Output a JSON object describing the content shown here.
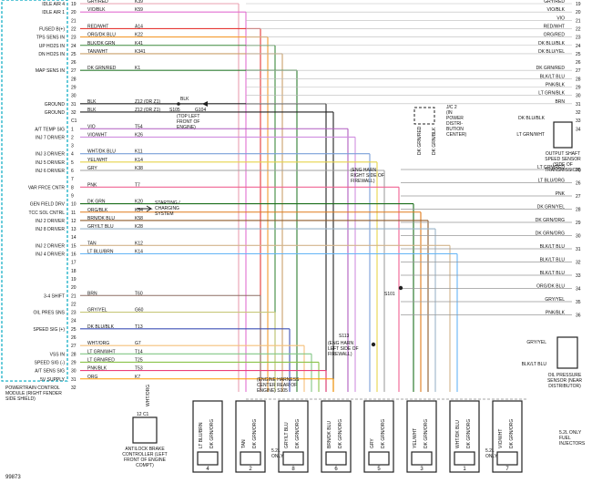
{
  "figure_id": "99873",
  "pcm_block": "POWERTRAIN CONTROL MODULE (RIGHT FENDER SIDE SHIELD)",
  "pcm_pins": [
    {
      "pin": "19",
      "label": "IDLE AIR 4",
      "circuit": "K39",
      "color": "GRY/RED",
      "wire": "#e9a0b0"
    },
    {
      "pin": "20",
      "label": "IDLE AIR 1",
      "circuit": "K59",
      "color": "VIO/BLK",
      "wire": "#e26fd0"
    },
    {
      "pin": "21",
      "label": "",
      "circuit": "",
      "color": "",
      "wire": ""
    },
    {
      "pin": "22",
      "label": "FUSED B(+)",
      "circuit": "A14",
      "color": "RED/WHT",
      "wire": "#e53935"
    },
    {
      "pin": "23",
      "label": "TPS SENS IN",
      "circuit": "K22",
      "color": "ORG/DK BLU",
      "wire": "#f39c30"
    },
    {
      "pin": "24",
      "label": "UP HO2S IN",
      "circuit": "K41",
      "color": "BLK/DK GRN",
      "wire": "#3d8a3d"
    },
    {
      "pin": "25",
      "label": "DN HO2S IN",
      "circuit": "K341",
      "color": "TAN/WHT",
      "wire": "#c9a06a"
    },
    {
      "pin": "26",
      "label": "",
      "circuit": "",
      "color": "",
      "wire": ""
    },
    {
      "pin": "27",
      "label": "MAP SENS IN",
      "circuit": "K1",
      "color": "DK GRN/RED",
      "wire": "#2f7d32"
    },
    {
      "pin": "28",
      "label": "",
      "circuit": "",
      "color": "",
      "wire": ""
    },
    {
      "pin": "29",
      "label": "",
      "circuit": "",
      "color": "",
      "wire": ""
    },
    {
      "pin": "30",
      "label": "",
      "circuit": "",
      "color": "",
      "wire": ""
    },
    {
      "pin": "31",
      "label": "GROUND",
      "circuit": "Z12 (OR Z1)",
      "color": "BLK",
      "wire": "#222"
    },
    {
      "pin": "32",
      "label": "GROUND",
      "circuit": "Z12 (OR Z1)",
      "color": "BLK",
      "wire": "#222"
    },
    {
      "pin": "C1",
      "label": "",
      "circuit": "",
      "color": "",
      "wire": ""
    },
    {
      "pin": "1",
      "label": "A/T TEMP SIG",
      "circuit": "T54",
      "color": "VIO",
      "wire": "#b05cc0"
    },
    {
      "pin": "2",
      "label": "INJ 7 DRIVER",
      "circuit": "K26",
      "color": "VIO/WHT",
      "wire": "#d08fe0"
    },
    {
      "pin": "3",
      "label": "",
      "circuit": "",
      "color": "",
      "wire": ""
    },
    {
      "pin": "4",
      "label": "INJ 3 DRIVER",
      "circuit": "K11",
      "color": "WHT/DK BLU",
      "wire": "#7aa0d8"
    },
    {
      "pin": "5",
      "label": "INJ 5 DRIVER",
      "circuit": "K14",
      "color": "YEL/WHT",
      "wire": "#e6d44a"
    },
    {
      "pin": "6",
      "label": "INJ 6 DRIVER",
      "circuit": "K38",
      "color": "GRY",
      "wire": "#a0a0a0"
    },
    {
      "pin": "7",
      "label": "",
      "circuit": "",
      "color": "",
      "wire": ""
    },
    {
      "pin": "8",
      "label": "VAR FRCE CNTR",
      "circuit": "T7",
      "color": "PNK",
      "wire": "#f06292"
    },
    {
      "pin": "9",
      "label": "",
      "circuit": "",
      "color": "",
      "wire": ""
    },
    {
      "pin": "10",
      "label": "GEN FIELD DRV",
      "circuit": "K20",
      "color": "DK GRN",
      "wire": "#1b6e1b"
    },
    {
      "pin": "11",
      "label": "TCC SOL CNTRL",
      "circuit": "K54",
      "color": "ORG/BLK",
      "wire": "#e07b1a"
    },
    {
      "pin": "12",
      "label": "INJ 2 DRIVER",
      "circuit": "K58",
      "color": "BRN/DK BLU",
      "wire": "#8d5a2b"
    },
    {
      "pin": "13",
      "label": "INJ 8 DRIVER",
      "circuit": "K28",
      "color": "GRY/LT BLU",
      "wire": "#9ab4c8"
    },
    {
      "pin": "14",
      "label": "",
      "circuit": "",
      "color": "",
      "wire": ""
    },
    {
      "pin": "15",
      "label": "INJ 2 DRIVER",
      "circuit": "K12",
      "color": "TAN",
      "wire": "#d2b48c"
    },
    {
      "pin": "16",
      "label": "INJ 4 DRIVER",
      "circuit": "K14",
      "color": "LT BLU/BRN",
      "wire": "#64b5f6"
    },
    {
      "pin": "17",
      "label": "",
      "circuit": "",
      "color": "",
      "wire": ""
    },
    {
      "pin": "18",
      "label": "",
      "circuit": "",
      "color": "",
      "wire": ""
    },
    {
      "pin": "19",
      "label": "",
      "circuit": "",
      "color": "",
      "wire": ""
    },
    {
      "pin": "20",
      "label": "",
      "circuit": "",
      "color": "",
      "wire": ""
    },
    {
      "pin": "21",
      "label": "3-4 SHIFT",
      "circuit": "T60",
      "color": "BRN",
      "wire": "#8d6e63"
    },
    {
      "pin": "22",
      "label": "",
      "circuit": "",
      "color": "",
      "wire": ""
    },
    {
      "pin": "23",
      "label": "OIL PRES SNS",
      "circuit": "G60",
      "color": "GRY/YEL",
      "wire": "#c8c87a"
    },
    {
      "pin": "24",
      "label": "",
      "circuit": "",
      "color": "",
      "wire": ""
    },
    {
      "pin": "25",
      "label": "SPEED SIG (+)",
      "circuit": "T13",
      "color": "DK BLU/BLK",
      "wire": "#3f51b5"
    },
    {
      "pin": "26",
      "label": "",
      "circuit": "",
      "color": "",
      "wire": ""
    },
    {
      "pin": "27",
      "label": "",
      "circuit": "G7",
      "color": "WHT/ORG",
      "wire": "#f5c07a"
    },
    {
      "pin": "28",
      "label": "VSS IN",
      "circuit": "T14",
      "color": "LT GRN/WHT",
      "wire": "#81c784"
    },
    {
      "pin": "29",
      "label": "SPEED SIG (-)",
      "circuit": "T25",
      "color": "LT GRN/RED",
      "wire": "#8bc34a"
    },
    {
      "pin": "30",
      "label": "A/T SENS SIG",
      "circuit": "T53",
      "color": "PNK/BLK",
      "wire": "#ec407a"
    },
    {
      "pin": "31",
      "label": "5V SUPPLY",
      "circuit": "K7",
      "color": "ORG",
      "wire": "#ff9800"
    },
    {
      "pin": "32",
      "label": "",
      "circuit": "",
      "color": "",
      "wire": ""
    }
  ],
  "right_pins": [
    {
      "pin": "19",
      "color": "GRY/RED"
    },
    {
      "pin": "20",
      "color": "VIO/BLK"
    },
    {
      "pin": "21",
      "color": "VIO"
    },
    {
      "pin": "22",
      "color": "RED/WHT"
    },
    {
      "pin": "23",
      "color": "ORG/RED"
    },
    {
      "pin": "24",
      "color": "DK BLU/BLK"
    },
    {
      "pin": "25",
      "color": "DK BLU/YEL"
    },
    {
      "pin": "26",
      "color": ""
    },
    {
      "pin": "27",
      "color": "DK GRN/RED"
    },
    {
      "pin": "28",
      "color": "BLK/LT BLU"
    },
    {
      "pin": "29",
      "color": "PNK/BLK"
    },
    {
      "pin": "30",
      "color": "LT GRN/BLK"
    },
    {
      "pin": "31",
      "color": "BRN"
    },
    {
      "pin": "32",
      "color": ""
    },
    {
      "pin": "33",
      "color": ""
    },
    {
      "pin": "34",
      "color": ""
    }
  ],
  "right_pins_lower": [
    {
      "pin": "25",
      "color": "LT GRN/RED"
    },
    {
      "pin": "26",
      "color": "LT BLU/ORG"
    },
    {
      "pin": "27",
      "color": "PNK"
    },
    {
      "pin": "28",
      "color": "DK GRN/YEL"
    },
    {
      "pin": "29",
      "color": "DK GRN/ORG"
    },
    {
      "pin": "30",
      "color": "DK GRN/ORG"
    },
    {
      "pin": "31",
      "color": "BLK/LT BLU"
    },
    {
      "pin": "32",
      "color": "BLK/LT BLU"
    },
    {
      "pin": "33",
      "color": "BLK/LT BLU"
    },
    {
      "pin": "34",
      "color": "ORG/DK BLU"
    },
    {
      "pin": "35",
      "color": "GRY/YEL"
    },
    {
      "pin": "36",
      "color": "PNK/BLK"
    }
  ],
  "labels": {
    "ground_splice": "S105",
    "ground_blk": "BLK",
    "ground_num": "G104",
    "ground_loc": "(TOP LEFT FRONT OF ENGINE)",
    "starting_system": "STARTING / CHARGING SYSTEM",
    "jc2": "J/C 2 (IN POWER DISTRI- BUTION CENTER)",
    "jc2_wire_a": "DK GRN/RED",
    "jc2_wire_b": "DK GRN/BLK",
    "output_shaft": "OUTPUT SHAFT SPEED SENSOR (SIDE OF TRANSMISSION)",
    "os_wire_a": "DK BLU/BLK",
    "os_wire_b": "LT GRN/WHT",
    "harness_right": "(ENG HARN RIGHT SIDE OF FIREWALL)",
    "s101": "S101",
    "s113": "S113",
    "harness_left": "(ENG HARN LEFT SIDE OF FIREWALL)",
    "harness_center": "(ENGINE HARNESS CENTER REAR OF ENGINE) S105",
    "oil_pressure": "OIL PRESSURE SENSOR (NEAR DISTRIBUTOR)",
    "oil_wire_a": "GRY/YEL",
    "oil_wire_b": "BLK/LT BLU",
    "antilock": "ANTILOCK BRAKE CONTROLLER (LEFT FRONT OF ENGINE COMPT)",
    "abs_wire": "WHT/ORG",
    "abs_pins": "12 C1",
    "fuel_injectors": "5.2L ONLY FUEL INJECTORS",
    "five_two_a": "5.2L ONLY",
    "five_two_b": "5.2L ONLY"
  },
  "injectors": [
    {
      "num": "4",
      "wire_a": "LT BLU/BRN",
      "wire_b": "DK GRN/ORG",
      "note": ""
    },
    {
      "num": "2",
      "wire_a": "TAN",
      "wire_b": "DK GRN/ORG",
      "note": ""
    },
    {
      "num": "8",
      "wire_a": "GRY/LT BLU",
      "wire_b": "DK GRN/ORG",
      "note": "5.2L ONLY"
    },
    {
      "num": "6",
      "wire_a": "BRN/DK BLU",
      "wire_b": "DK GRN/ORG",
      "note": ""
    },
    {
      "num": "5",
      "wire_a": "GRY",
      "wire_b": "DK GRN/ORG",
      "note": ""
    },
    {
      "num": "3",
      "wire_a": "YEL/WHT",
      "wire_b": "DK GRN/ORG",
      "note": ""
    },
    {
      "num": "1",
      "wire_a": "WHT/DK BLU",
      "wire_b": "DK GRN/ORG",
      "note": ""
    },
    {
      "num": "7",
      "wire_a": "VIO/WHT",
      "wire_b": "DK GRN/ORG",
      "note": "5.2L ONLY"
    }
  ]
}
